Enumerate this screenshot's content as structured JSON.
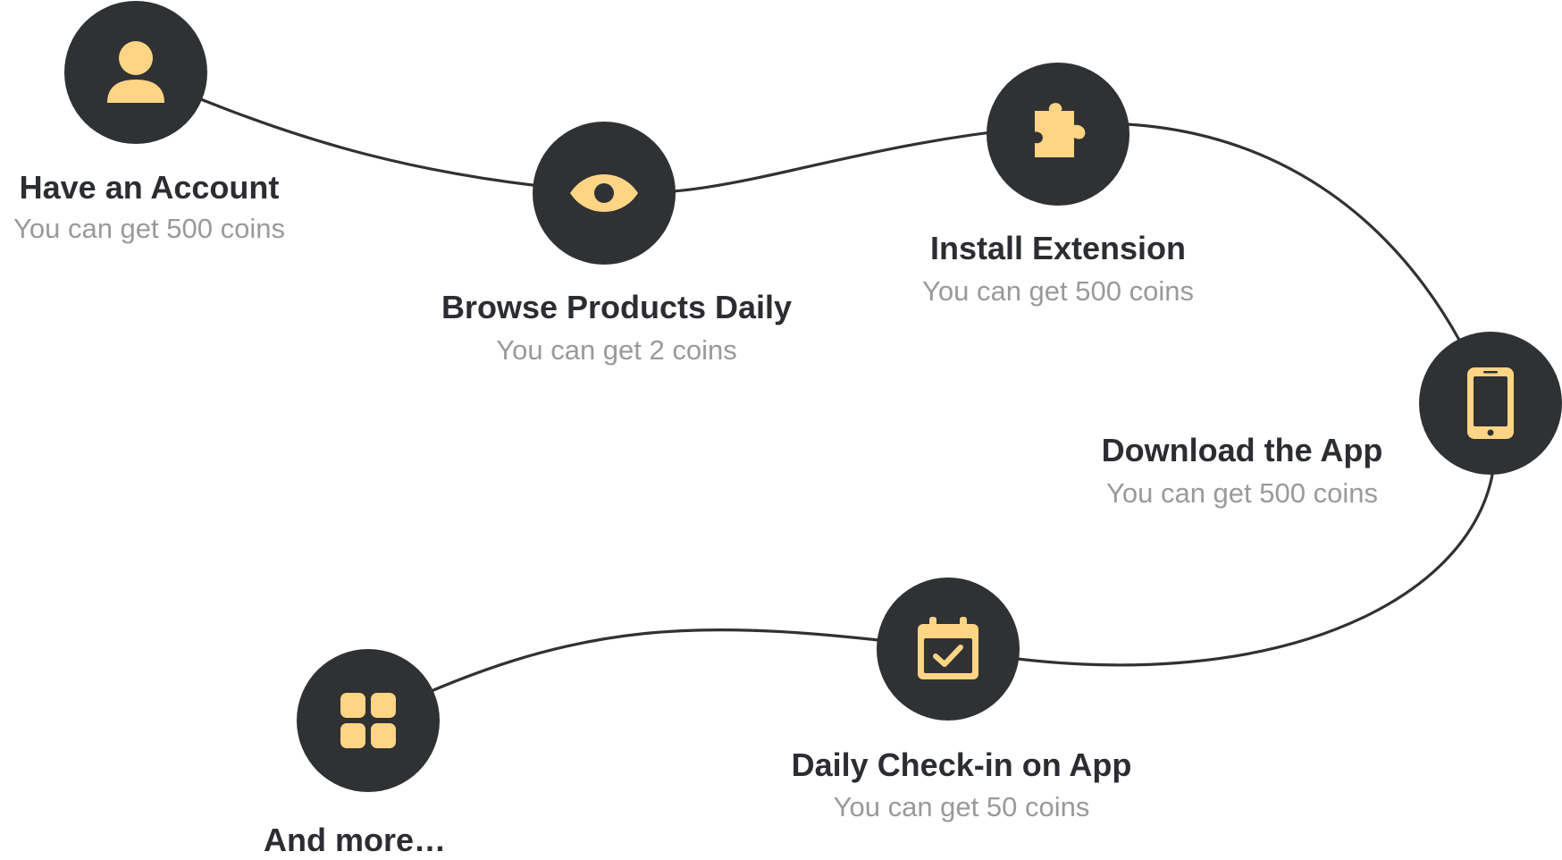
{
  "colors": {
    "node_bg": "#2f3133",
    "icon": "#ffd585",
    "line": "#2f3133",
    "title": "#2b2d30",
    "subtitle": "#9a9a9a"
  },
  "steps": [
    {
      "title": "Have an Account",
      "subtitle": "You can get 500 coins",
      "icon": "user-icon"
    },
    {
      "title": "Browse Products Daily",
      "subtitle": "You can get 2 coins",
      "icon": "eye-icon"
    },
    {
      "title": "Install Extension",
      "subtitle": "You can get 500 coins",
      "icon": "puzzle-icon"
    },
    {
      "title": "Download the App",
      "subtitle": "You can get 500 coins",
      "icon": "phone-icon"
    },
    {
      "title": "Daily Check-in on App",
      "subtitle": "You can get 50 coins",
      "icon": "calendar-check-icon"
    },
    {
      "title": "And more…",
      "subtitle": "",
      "icon": "apps-grid-icon"
    }
  ]
}
